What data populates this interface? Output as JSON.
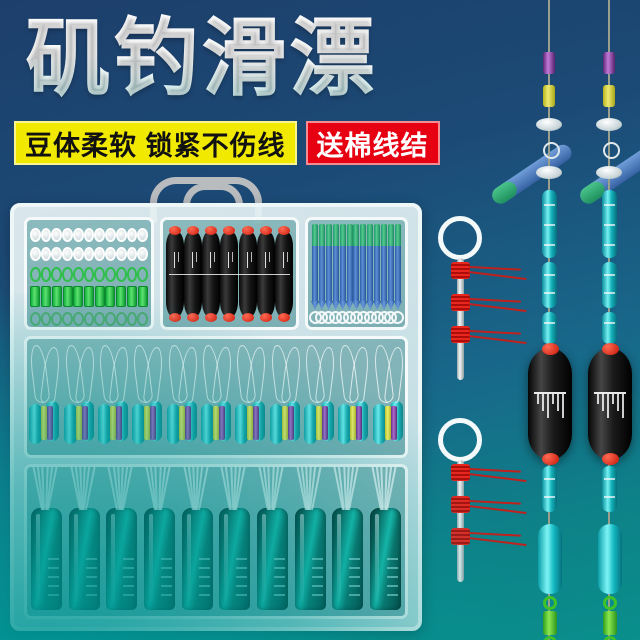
{
  "poster": {
    "title": "矶钓滑漂",
    "badges": [
      {
        "text": "豆体柔软 锁紧不伤线",
        "style": "yellow",
        "bg": "#f2e900",
        "fg": "#111111"
      },
      {
        "text": "送棉线结",
        "style": "red",
        "bg": "#e60012",
        "fg": "#ffffff"
      }
    ],
    "background": {
      "top": "#1d3f6b",
      "bottom": "#0a8f8c"
    },
    "title_gradient": {
      "from": "#ffffff",
      "to": "#a8e0e2"
    }
  },
  "tackle_box": {
    "handle": "box-handle",
    "trays": [
      {
        "name": "rings-and-green-beads-tray",
        "rows": [
          {
            "item": "white-ring",
            "count": 11
          },
          {
            "item": "white-ring",
            "count": 11
          },
          {
            "item": "green-ring",
            "count": 11
          },
          {
            "item": "green-bar",
            "count": 11
          },
          {
            "item": "green-ring-faint",
            "count": 11
          }
        ]
      },
      {
        "name": "black-float-tray",
        "item": "black-float-red-cap",
        "count": 7,
        "colors": {
          "body": "#121212",
          "cap": "#cc1a0c"
        }
      },
      {
        "name": "blue-stick-tray",
        "item": "blue-stick-green-tip",
        "count": 13,
        "colors": {
          "tip": "#2f9c6a",
          "body": "#2c5fa8"
        }
      },
      {
        "name": "cyan-bead-tray",
        "item": "cyan-bead-with-bands",
        "count": 11,
        "colors": {
          "bead": "#12a9ae",
          "band_yellow": "#e2dd4e",
          "band_purple": "#8a3fa8"
        }
      },
      {
        "name": "large-float-tray",
        "item": "dark-teal-float",
        "count": 10,
        "colors": {
          "body": "#0d6b60",
          "highlight": "#1bbfae"
        }
      }
    ]
  },
  "knot_tools": [
    {
      "name": "cotton-knot-tool-upper",
      "ring": "white-ring-loop",
      "knots": 3,
      "knot_color": "#c41a15",
      "rod_color": "#d8e3e6"
    },
    {
      "name": "cotton-knot-tool-lower",
      "ring": "white-ring-loop",
      "knots": 3,
      "knot_color": "#c41a15",
      "rod_color": "#d8e3e6"
    }
  ],
  "rigs": [
    {
      "name": "slip-float-rig-left",
      "components": [
        {
          "part": "purple-stopper",
          "color": "#8a3fa8"
        },
        {
          "part": "yellow-stopper",
          "color": "#cfc92c"
        },
        {
          "part": "white-disc-bead",
          "color": "#d9e4e8"
        },
        {
          "part": "o-ring",
          "color": "#dfe9ec"
        },
        {
          "part": "white-disc-bead",
          "color": "#d9e4e8"
        },
        {
          "part": "cyan-tube-bead",
          "color": "#13b3bb"
        },
        {
          "part": "black-float",
          "color": "#101010"
        },
        {
          "part": "cyan-tube-bead",
          "color": "#13b3bb"
        },
        {
          "part": "glass-tube",
          "color": "#2fd6dd"
        },
        {
          "part": "green-swivel",
          "color": "#3fc12a"
        }
      ]
    },
    {
      "name": "slip-float-rig-right",
      "components": [
        {
          "part": "purple-stopper",
          "color": "#8a3fa8"
        },
        {
          "part": "yellow-stopper",
          "color": "#cfc92c"
        },
        {
          "part": "white-disc-bead",
          "color": "#d9e4e8"
        },
        {
          "part": "o-ring",
          "color": "#dfe9ec"
        },
        {
          "part": "white-disc-bead",
          "color": "#d9e4e8"
        },
        {
          "part": "cyan-tube-bead",
          "color": "#13b3bb"
        },
        {
          "part": "black-float",
          "color": "#101010"
        },
        {
          "part": "cyan-tube-bead",
          "color": "#13b3bb"
        },
        {
          "part": "glass-tube",
          "color": "#2fd6dd"
        },
        {
          "part": "green-swivel",
          "color": "#3fc12a"
        }
      ]
    }
  ],
  "threaders": [
    {
      "name": "threader-left",
      "body": "#3a64aa",
      "tip": "#1f8f5f"
    },
    {
      "name": "threader-right",
      "body": "#3a64aa",
      "tip": "#1f8f5f"
    }
  ]
}
